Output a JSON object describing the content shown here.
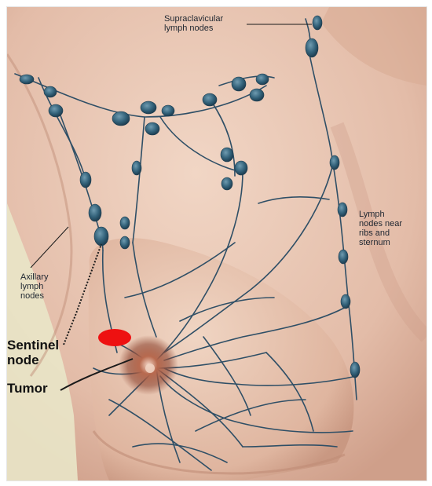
{
  "labels": {
    "supraclavicular": "Supraclavicular\nlymph nodes",
    "axillary": "Axillary\nlymph\nnodes",
    "ribs_sternum": "Lymph\nnodes near\nribs and\nsternum",
    "sentinel": "Sentinel\nnode",
    "tumor": "Tumor"
  },
  "colors": {
    "skin": "#e8c6b4",
    "skin_shadow": "#c89886",
    "lymph": "#2f4f66",
    "node": "#3a6b84",
    "sentinel": "#ee1111",
    "tumor": "#a0523a",
    "background_left": "#e9e6c8"
  }
}
